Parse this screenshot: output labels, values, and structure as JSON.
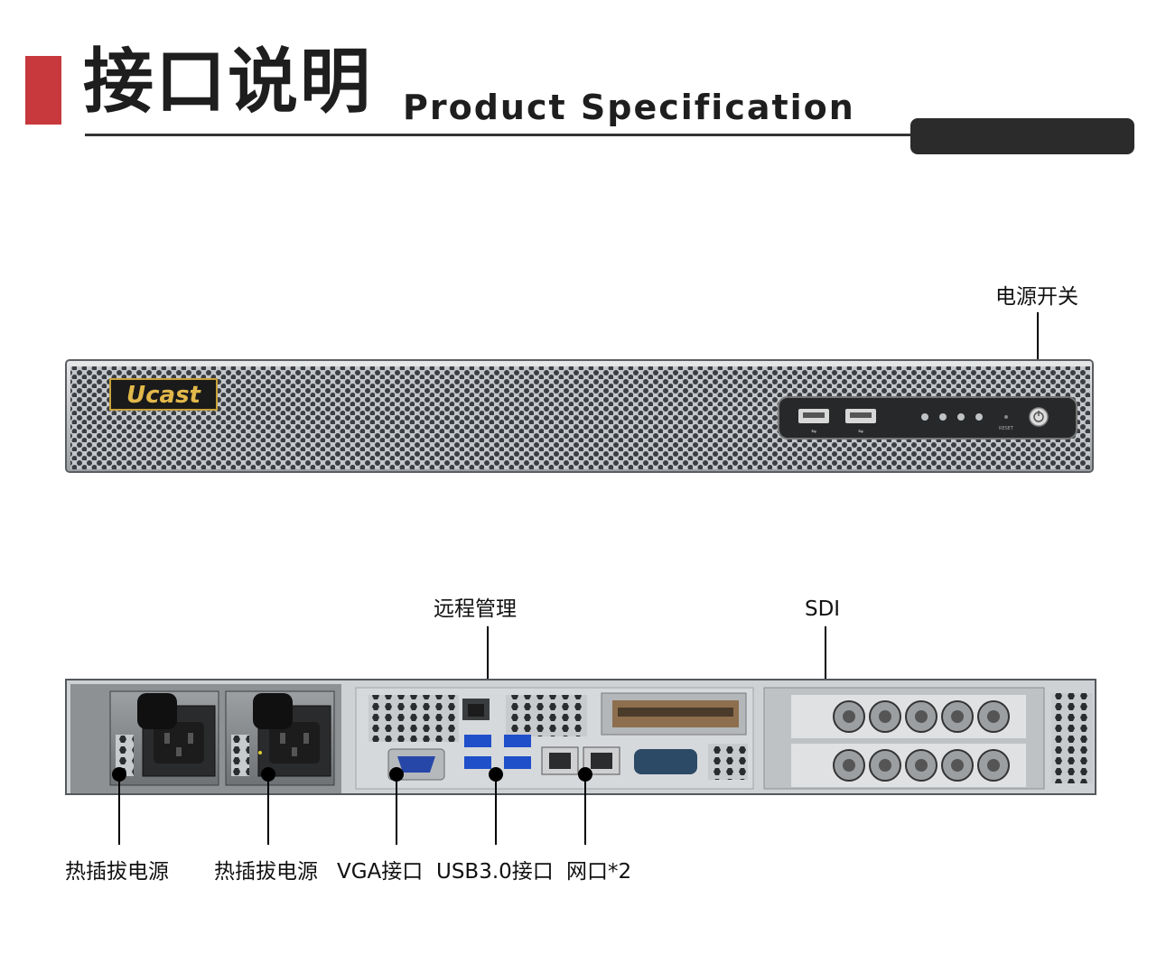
{
  "header": {
    "title_cn": "接口说明",
    "title_en": "Product Specification",
    "accent_color": "#c7393c",
    "dark_color": "#2b2b2b"
  },
  "front_panel": {
    "brand_logo_text": "Ucast",
    "power_switch_label": "电源开关",
    "reset_text": "RESET"
  },
  "rear_panel": {
    "labels": {
      "remote_mgmt": "远程管理",
      "sdi": "SDI",
      "psu1": "热插拔电源",
      "psu2": "热插拔电源",
      "vga": "VGA接口",
      "usb30": "USB3.0接口",
      "lan": "网口*2"
    }
  },
  "icons": [
    "power-button-icon",
    "usb-port-icon",
    "led-indicator-icon",
    "bnc-connector-icon",
    "rj45-port-icon",
    "vga-port-icon",
    "ac-inlet-icon"
  ]
}
